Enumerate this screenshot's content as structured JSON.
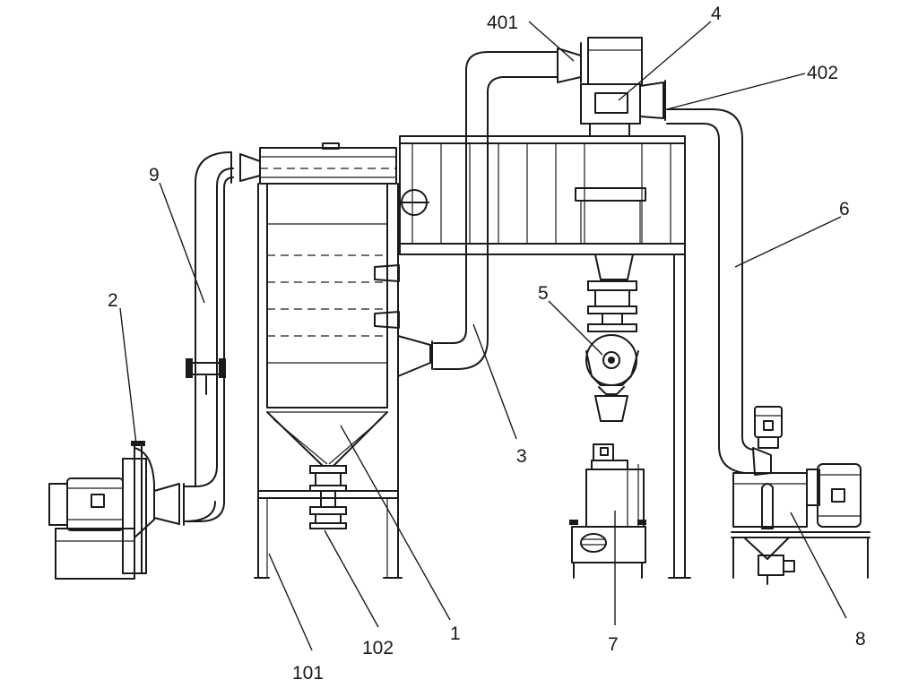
{
  "labels": {
    "item_401": "401",
    "item_4": "4",
    "item_402": "402",
    "item_9": "9",
    "item_6": "6",
    "item_2": "2",
    "item_5": "5",
    "item_3": "3",
    "item_1": "1",
    "item_7": "7",
    "item_8": "8",
    "item_101": "101",
    "item_102": "102"
  }
}
